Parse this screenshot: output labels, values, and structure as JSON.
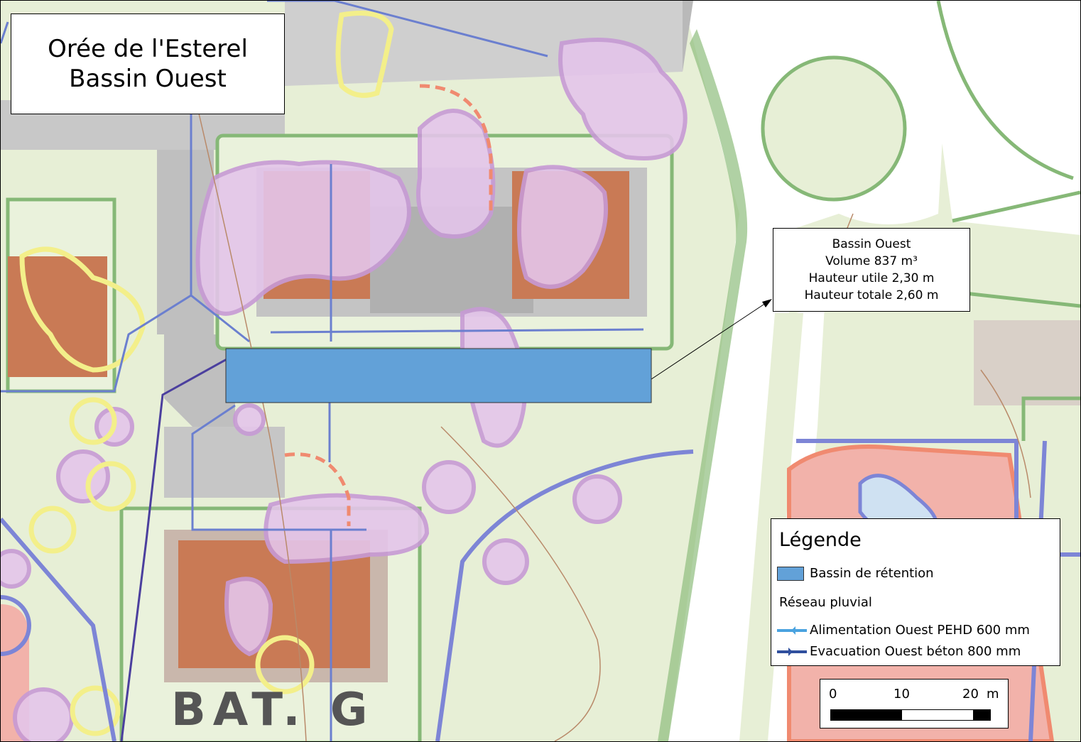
{
  "title": {
    "line1": "Orée de l'Esterel",
    "line2": "Bassin Ouest"
  },
  "info": {
    "line1": "Bassin Ouest",
    "line2": "Volume 837 m³",
    "line3": "Hauteur utile 2,30 m",
    "line4": "Hauteur totale 2,60 m"
  },
  "legend": {
    "title": "Légende",
    "basin_label": "Bassin de rétention",
    "network_label": "Réseau pluvial",
    "feed_label": "Alimentation Ouest PEHD 600 mm",
    "outlet_label": "Evacuation Ouest béton 800 mm"
  },
  "scale": {
    "tick0": "0",
    "tick1": "10",
    "tick2": "20",
    "unit": "m"
  },
  "map_labels": {
    "building": "BAT. G"
  },
  "colors": {
    "basin": "#62a1d8",
    "feed_pipe": "#6b7fcf",
    "outlet_pipe": "#4b3f9e",
    "roof": "#c97a55",
    "tree_zone": "#d9a8dc",
    "yellow_zone": "#f3ef8a",
    "red_zone": "#f2a7a0",
    "green_outline": "#86b877"
  }
}
